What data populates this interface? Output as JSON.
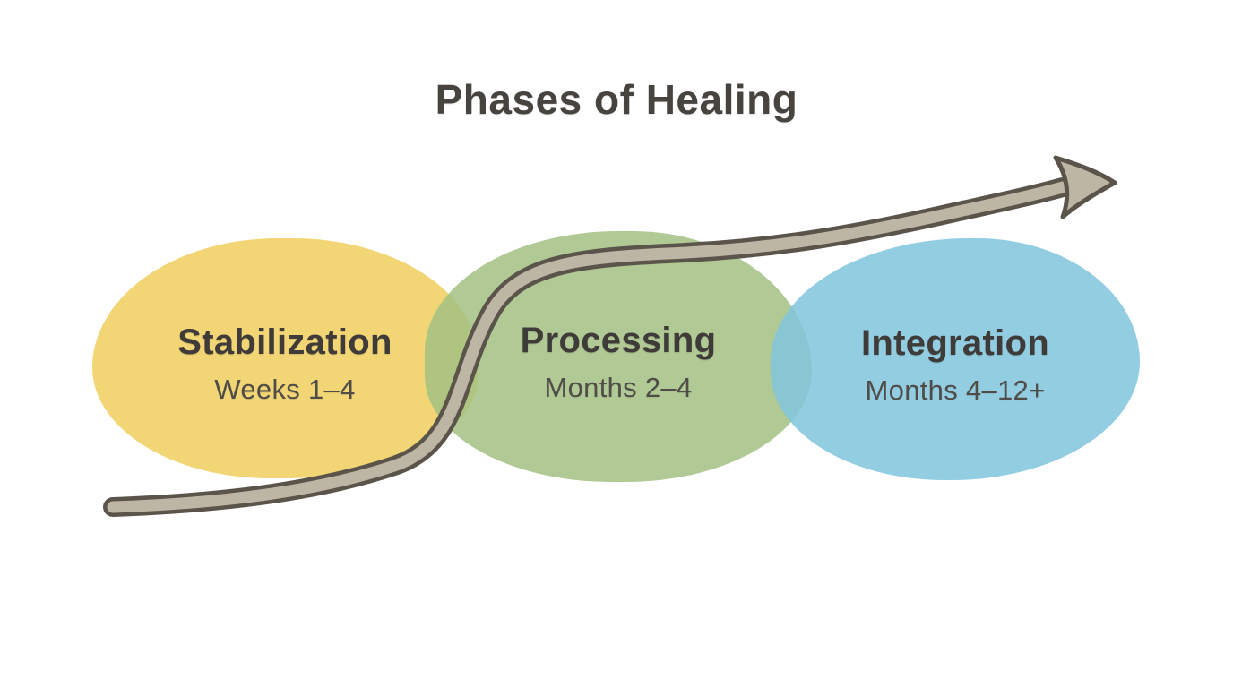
{
  "title": "Phases of Healing",
  "phases": [
    {
      "id": "stabilization",
      "name": "Stabilization",
      "range": "Weeks 1–4",
      "fill": "#f0ce60DD"
    },
    {
      "id": "processing",
      "name": "Processing",
      "range": "Months 2–4",
      "fill": "#a5c183DD"
    },
    {
      "id": "integration",
      "name": "Integration",
      "range": "Months 4–12+",
      "fill": "#82c5deDD"
    }
  ],
  "arrow": {
    "semantic": "upward-healing-trajectory",
    "fill": "#beb6a5",
    "outline": "#5b544a"
  },
  "text_colors": {
    "title": "#474440",
    "phase_name": "#3e3b38",
    "phase_range": "#504d49"
  },
  "background": "#ffffff"
}
